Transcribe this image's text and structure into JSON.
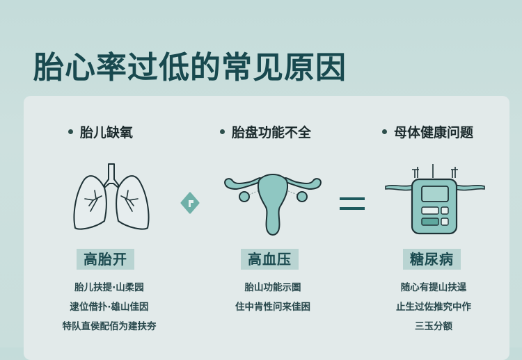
{
  "title": "胎心率过低的常见原因",
  "columns": [
    {
      "heading": "胎儿缺氧",
      "icon": "lungs-icon",
      "badge": "高胎开",
      "lines": [
        "胎儿扶提·山柔园",
        "逮位借扑·雄山佳因",
        "特队直侯配佰为建扶夯"
      ]
    },
    {
      "heading": "胎盘功能不全",
      "icon": "uterus-icon",
      "badge": "高血压",
      "lines": [
        "胎山功能示圄",
        "住中肯性问来佳困"
      ]
    },
    {
      "heading": "母体健康问题",
      "icon": "medical-device-icon",
      "badge": "糖尿病",
      "lines": [
        "随心有提山扶逞",
        "止生过佐推究中作",
        "三玉分额"
      ]
    }
  ],
  "connectors": {
    "left": "diamond-arrow-icon",
    "right": "equals-icon"
  },
  "colors": {
    "background": "#c4dcda",
    "card": "#e2eaea",
    "title": "#18494f",
    "accent": "#8cc4bf",
    "badge": "#b9d4d2",
    "dark": "#1e3f42"
  }
}
